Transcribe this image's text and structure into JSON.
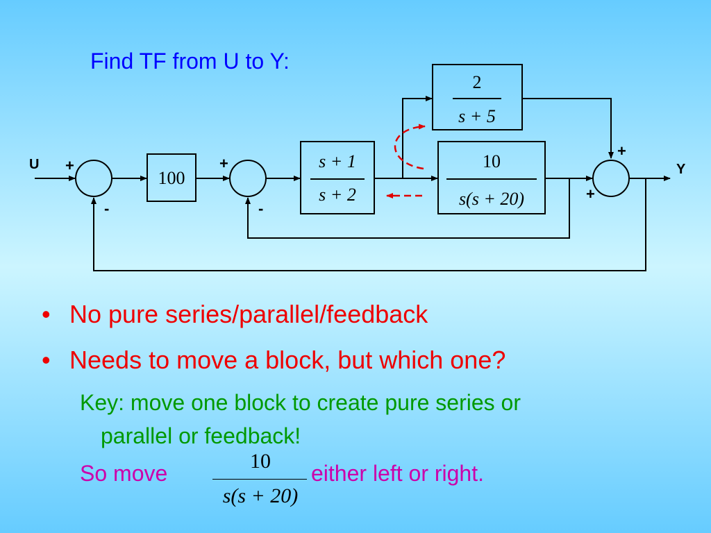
{
  "title": "Find TF from U to Y:",
  "diagram": {
    "input_label": "U",
    "output_label": "Y",
    "blocks": {
      "gain": {
        "text": "100"
      },
      "lead": {
        "num": "s + 1",
        "den": "s + 2"
      },
      "plant": {
        "num": "10",
        "den": "s(s + 20)"
      },
      "parallel": {
        "num": "2",
        "den": "s + 5"
      }
    },
    "signs": {
      "sum1_input": "+",
      "sum1_feedback": "-",
      "sum2_input": "+",
      "sum2_feedback": "-",
      "sum3_top": "+",
      "sum3_bottom": "+"
    },
    "colors": {
      "line": "#000000",
      "hint_arrows": "#e00000"
    }
  },
  "bullets": [
    "No pure series/parallel/feedback",
    "Needs to move a block, but which one?"
  ],
  "key": {
    "line1": "Key: move one block to create pure series or",
    "line2": "parallel or feedback!"
  },
  "move": {
    "prefix": "So move",
    "frac_num": "10",
    "frac_den_s": "s",
    "frac_den_rest": "(s + 20)",
    "suffix": "either left or right."
  },
  "colors": {
    "title": "#0000ff",
    "bullets": "#ee0000",
    "key": "#009900",
    "move": "#cc00aa"
  }
}
